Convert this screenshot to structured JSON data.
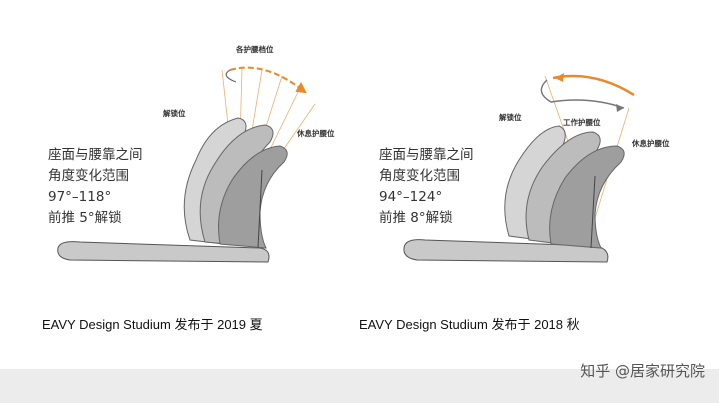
{
  "left": {
    "spec_lines": [
      "座面与腰靠之间",
      "角度变化范围",
      "97°–118°",
      "前推  5°解锁"
    ],
    "annotations": {
      "top": "各护腰档位",
      "left": "解锁位",
      "right": "休息护腰位"
    },
    "caption": "EAVY Design Studium 发布于 2019 夏"
  },
  "right": {
    "spec_lines": [
      "座面与腰靠之间",
      "角度变化范围",
      "94°–124°",
      "前推  8°解锁"
    ],
    "annotations": {
      "left": "解锁位",
      "middle": "工作护腰位",
      "right": "休息护腰位"
    },
    "caption": "EAVY Design Studium 发布于 2018 秋"
  },
  "watermark": "知乎 @居家研究院",
  "colors": {
    "arrow_orange": "#e8892a",
    "chair_gray": "#b8b8b8",
    "outline": "#555555"
  }
}
